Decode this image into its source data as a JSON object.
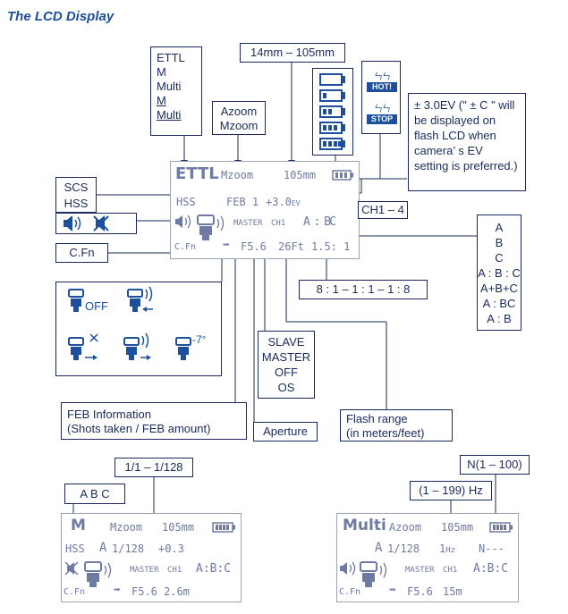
{
  "title": "The LCD Display",
  "labels": {
    "modes": [
      "ETTL",
      "M",
      "Multi",
      "M",
      "Multi"
    ],
    "zoom": [
      "Azoom",
      "Mzoom"
    ],
    "focal": "14mm – 105mm",
    "hot": "HOT!",
    "stop": "STOP",
    "ev_note": "± 3.0EV (\" ± C \" will be displayed on flash LCD when camera’ s EV setting is preferred.)",
    "scs_hss": [
      "SCS",
      "HSS"
    ],
    "cfn": "C.Fn",
    "ch": "CH1 – 4",
    "groups": [
      "A",
      "B",
      "C",
      "A : B : C",
      "A+B+C",
      "A : BC",
      "A : B"
    ],
    "ratio": "8 : 1 – 1 : 1 – 1 : 8",
    "slave_modes": [
      "SLAVE",
      "MASTER",
      "OFF",
      "OS"
    ],
    "feb_info": [
      "FEB Information",
      "(Shots taken / FEB amount)"
    ],
    "aperture": "Aperture",
    "flash_range": [
      "Flash range",
      "(in meters/feet)"
    ],
    "off": "OFF",
    "tilt": "-7°",
    "power_range": "1/1 – 1/128",
    "abc": "A  B  C",
    "hz_range": "(1 – 199) Hz",
    "n_range": "N(1 – 100)"
  },
  "lcd_main": {
    "mode": "ETTL",
    "zoom": "Mzoom",
    "focal": "105mm",
    "hss": "HSS",
    "feb": "FEB 1",
    "ev": "+3.0",
    "ev_unit": "EV",
    "master": "MASTER",
    "ch": "CH1",
    "group": "A : BC",
    "cfn": "C.Fn",
    "aperture": "F5.6",
    "range": "26Ft",
    "ratio": "1.5: 1"
  },
  "lcd_m": {
    "mode": "M",
    "zoom": "Mzoom",
    "focal": "105mm",
    "hss": "HSS",
    "group": "A",
    "power": "1/128",
    "ev": "+0.3",
    "master": "MASTER",
    "ch": "CH1",
    "groups": "A:B:C",
    "cfn": "C.Fn",
    "aperture": "F5.6",
    "range": "2.6m"
  },
  "lcd_multi": {
    "mode": "Multi",
    "zoom": "Azoom",
    "focal": "105mm",
    "group": "A",
    "power": "1/128",
    "hz": "1",
    "hz_unit": "Hz",
    "n": "N---",
    "master": "MASTER",
    "ch": "CH1",
    "groups": "A:B:C",
    "cfn": "C.Fn",
    "aperture": "F5.6",
    "range": "15m"
  },
  "colors": {
    "ink": "#1a2a5c",
    "lcd_text": "#6e7aa3",
    "title": "#1d4f9c"
  }
}
